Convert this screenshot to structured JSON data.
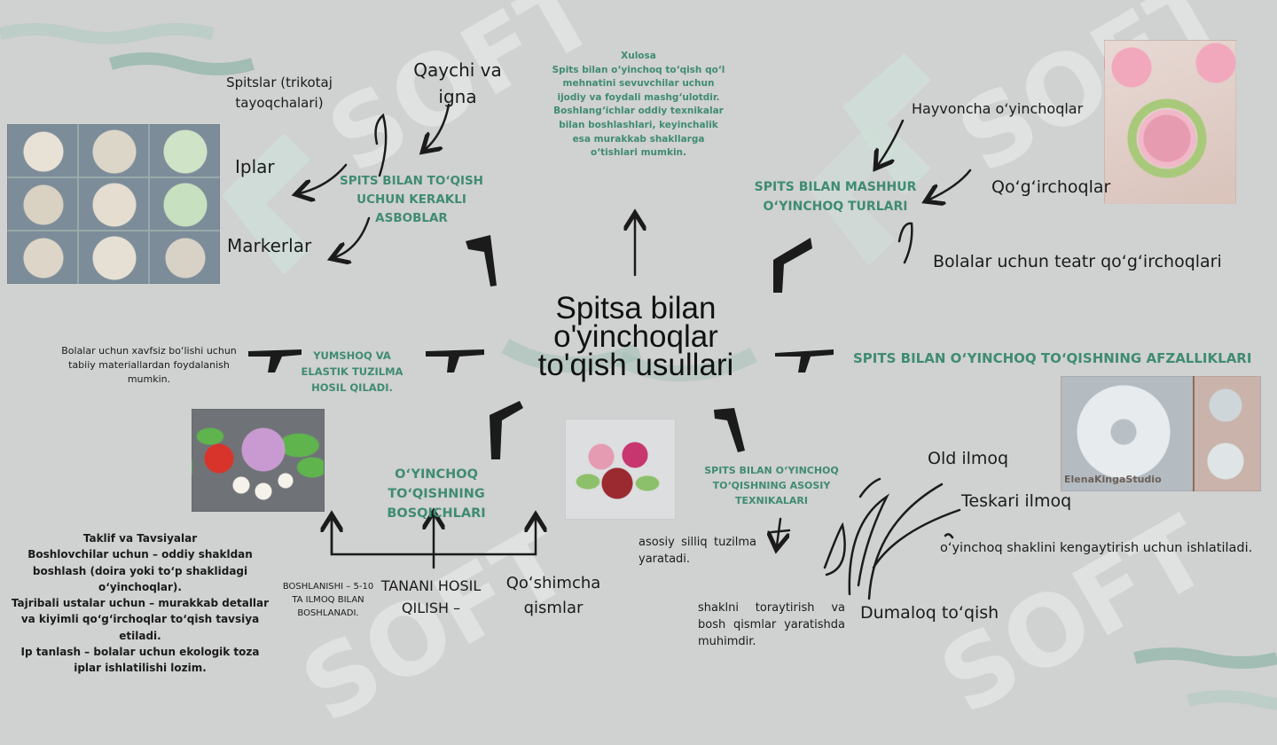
{
  "center_title": "Spitsa bilan o'yinchoqlar to'qish usullari",
  "conclusion": {
    "heading": "Xulosa",
    "text": "Spits bilan o‘yinchoq to‘qish qo‘l mehnatini sevuvchilar uchun ijodiy va foydali mashg‘ulotdir. Boshlang‘ichlar oddiy texnikalar bilan boshlashlari, keyinchalik esa murakkab shakllarga o‘tishlari mumkin."
  },
  "tools": {
    "heading": "SPITS BILAN TO‘QISH UCHUN KERAKLI ASBOBLAR",
    "items": [
      "Spitslar (trikotaj tayoqchalari)",
      "Qaychi va igna",
      "Iplar",
      "Markerlar"
    ]
  },
  "types": {
    "heading": "SPITS BILAN MASHHUR O‘YINCHOQ TURLARI",
    "items": [
      "Hayvoncha o‘yinchoqlar",
      "Qo‘g‘irchoqlar",
      "Bolalar uchun teatr qo‘g‘irchoqlari"
    ]
  },
  "advantages": {
    "heading": "SPITS BILAN O‘YINCHOQ TO‘QISHNING AFZALLIKLARI"
  },
  "soft": {
    "heading": "YUMSHOQ VA ELASTIK TUZILMA HOSIL QILADI.",
    "note": "Bolalar uchun xavfsiz bo‘lishi uchun tabiiy materiallardan foydalanish mumkin."
  },
  "steps": {
    "heading": "O‘YINCHOQ TO‘QISHNING BOSQICHLARI",
    "items": [
      "BOSHLANISHI – 5-10 TA ILMOQ BILAN BOSHLANADI.",
      "TANANI HOSIL QILISH –",
      "Qo‘shimcha qismlar"
    ]
  },
  "techniques": {
    "heading": "SPITS BILAN O‘YINCHOQ TO‘QISHNING ASOSIY TEXNIKALARI",
    "items": [
      "Old ilmoq",
      "Teskari ilmoq",
      "Dumaloq to‘qish"
    ],
    "notes": [
      "asosiy silliq tuzilma yaratadi.",
      "shaklni toraytirish va bosh qismlar yaratishda muhimdir.",
      "o‘yinchoq shaklini kengaytirish uchun ishlatiladi."
    ]
  },
  "advice": {
    "heading": "Taklif va Tavsiyalar",
    "lines": [
      "Boshlovchilar uchun – oddiy shakldan boshlash (doira yoki to‘p shaklidagi o‘yinchoqlar).",
      "Tajribali ustalar uchun – murakkab detallar va kiyimli qo‘g‘irchoqlar to‘qish tavsiya etiladi.",
      "Ip tanlash – bolalar uchun ekologik toza iplar ishlatilishi lozim."
    ]
  },
  "watermark": "SOFT",
  "photo_caption": "ElenaKingaStudio"
}
